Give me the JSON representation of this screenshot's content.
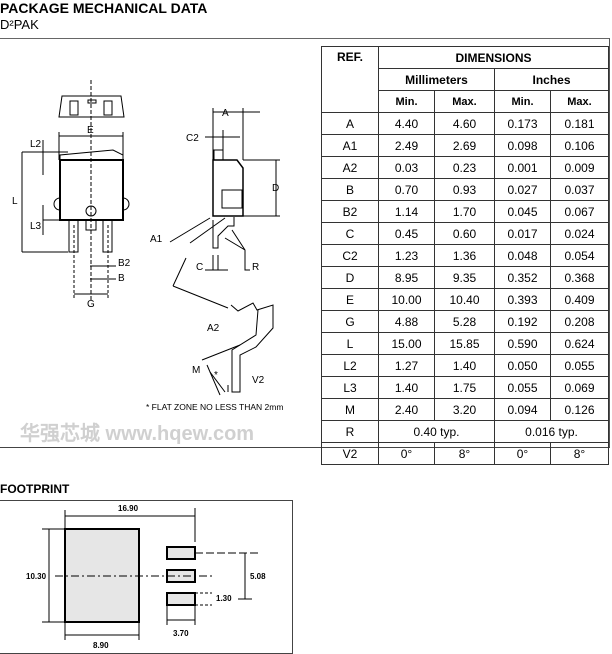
{
  "header": {
    "title": "PACKAGE MECHANICAL DATA",
    "package": "D²PAK"
  },
  "drawing": {
    "labels": {
      "E": "E",
      "L2": "L2",
      "L": "L",
      "L3": "L3",
      "B2": "B2",
      "B": "B",
      "G": "G",
      "A": "A",
      "C2": "C2",
      "D": "D",
      "A1": "A1",
      "C": "C",
      "R": "R",
      "A2": "A2",
      "M": "M",
      "V2": "V2",
      "star": "*"
    },
    "note": "* FLAT ZONE NO LESS THAN 2mm",
    "watermark": "华强芯城 www.hqew.com"
  },
  "table": {
    "ref_header": "REF.",
    "dim_header": "DIMENSIONS",
    "mm": "Millimeters",
    "inches": "Inches",
    "min": "Min.",
    "max": "Max.",
    "rows": [
      [
        "A",
        "4.40",
        "4.60",
        "0.173",
        "0.181"
      ],
      [
        "A1",
        "2.49",
        "2.69",
        "0.098",
        "0.106"
      ],
      [
        "A2",
        "0.03",
        "0.23",
        "0.001",
        "0.009"
      ],
      [
        "B",
        "0.70",
        "0.93",
        "0.027",
        "0.037"
      ],
      [
        "B2",
        "1.14",
        "1.70",
        "0.045",
        "0.067"
      ],
      [
        "C",
        "0.45",
        "0.60",
        "0.017",
        "0.024"
      ],
      [
        "C2",
        "1.23",
        "1.36",
        "0.048",
        "0.054"
      ],
      [
        "D",
        "8.95",
        "9.35",
        "0.352",
        "0.368"
      ],
      [
        "E",
        "10.00",
        "10.40",
        "0.393",
        "0.409"
      ],
      [
        "G",
        "4.88",
        "5.28",
        "0.192",
        "0.208"
      ],
      [
        "L",
        "15.00",
        "15.85",
        "0.590",
        "0.624"
      ],
      [
        "L2",
        "1.27",
        "1.40",
        "0.050",
        "0.055"
      ],
      [
        "L3",
        "1.40",
        "1.75",
        "0.055",
        "0.069"
      ],
      [
        "M",
        "2.40",
        "3.20",
        "0.094",
        "0.126"
      ]
    ],
    "typ_rows": [
      [
        "R",
        "0.40 typ.",
        "0.016 typ."
      ]
    ],
    "last_row": [
      "V2",
      "0°",
      "8°",
      "0°",
      "8°"
    ]
  },
  "footprint": {
    "title": "FOOTPRINT",
    "dims": {
      "width_total": "16.90",
      "height": "10.30",
      "pad_width": "8.90",
      "pitch": "5.08",
      "lead_height": "1.30",
      "lead_width": "3.70"
    }
  }
}
